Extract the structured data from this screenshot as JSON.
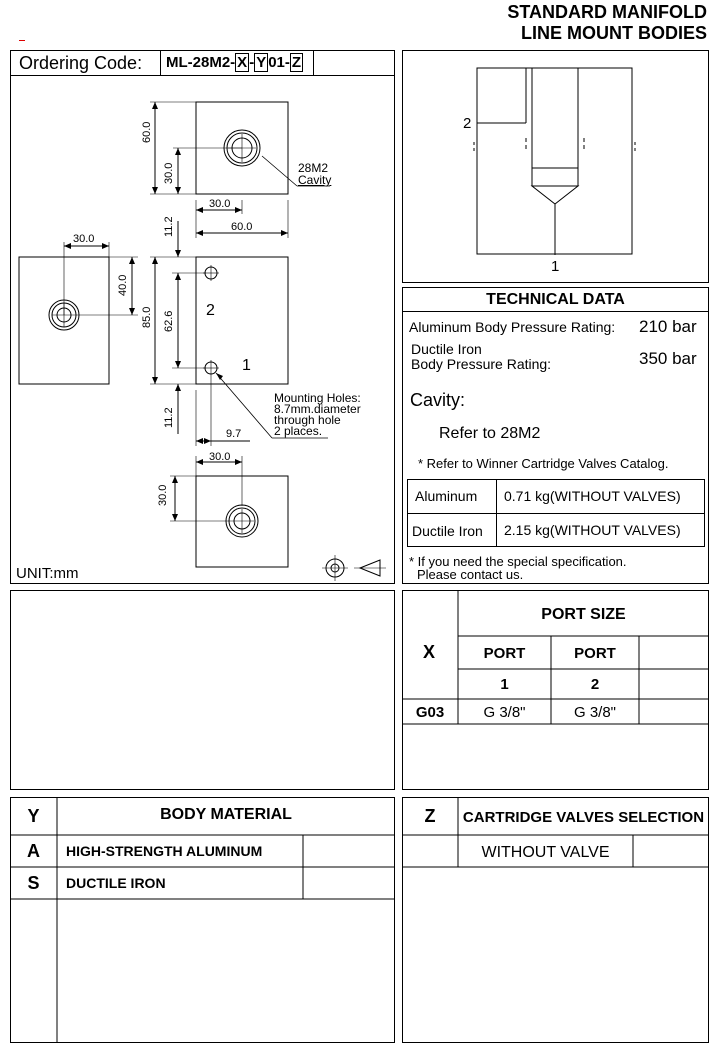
{
  "header": {
    "line1": "STANDARD MANIFOLD",
    "line2": "LINE MOUNT BODIES"
  },
  "ordering": {
    "label": "Ordering Code:",
    "prefix": "ML-28M2-",
    "x": "X",
    "dash1": "-",
    "y": "Y",
    "mid": "01-",
    "z": "Z"
  },
  "drawing": {
    "unit": "UNIT:mm",
    "dims": {
      "d60v": "60.0",
      "d30v_top": "30.0",
      "d30h_top": "30.0",
      "d60h": "60.0",
      "d30h_left": "30.0",
      "d40v": "40.0",
      "d112_top": "11.2",
      "d850": "85.0",
      "d626": "62.6",
      "d112_bot": "11.2",
      "d97": "9.7",
      "d30h_bot": "30.0",
      "d30v_bot": "30.0"
    },
    "cavity_label": [
      "28M2",
      "Cavity"
    ],
    "port2": "2",
    "port1": "1",
    "mounting_note": [
      "Mounting Holes:",
      "8.7mm.diameter",
      "through hole",
      "2 places."
    ]
  },
  "section": {
    "port2": "2",
    "port1": "1"
  },
  "technical": {
    "title": "TECHNICAL DATA",
    "al_label": "Aluminum Body Pressure Rating:",
    "al_value": "210 bar",
    "di_label1": "Ductile Iron",
    "di_label2": "Body Pressure Rating:",
    "di_value": "350 bar",
    "cavity_label": "Cavity:",
    "cavity_ref": "Refer to 28M2",
    "catalog_note": "* Refer to Winner Cartridge Valves Catalog.",
    "weights": [
      {
        "material": "Aluminum",
        "value": "0.71  kg(WITHOUT VALVES)"
      },
      {
        "material": "Ductile Iron",
        "value": "2.15  kg(WITHOUT VALVES)"
      }
    ],
    "special_note1": "* If you need the special specification.",
    "special_note2": "Please contact us."
  },
  "port_table": {
    "x_header": "X",
    "title": "PORT SIZE",
    "col1": "PORT",
    "col2": "PORT",
    "col1_num": "1",
    "col2_num": "2",
    "rows": [
      {
        "code": "G03",
        "p1": "G 3/8\"",
        "p2": "G 3/8\""
      }
    ]
  },
  "body_table": {
    "y_header": "Y",
    "title": "BODY MATERIAL",
    "rows": [
      {
        "code": "A",
        "name": "HIGH-STRENGTH ALUMINUM"
      },
      {
        "code": "S",
        "name": "DUCTILE IRON"
      }
    ]
  },
  "valve_table": {
    "z_header": "Z",
    "title": "CARTRIDGE VALVES SELECTION",
    "rows": [
      {
        "code": "",
        "name": "WITHOUT VALVE"
      }
    ]
  }
}
